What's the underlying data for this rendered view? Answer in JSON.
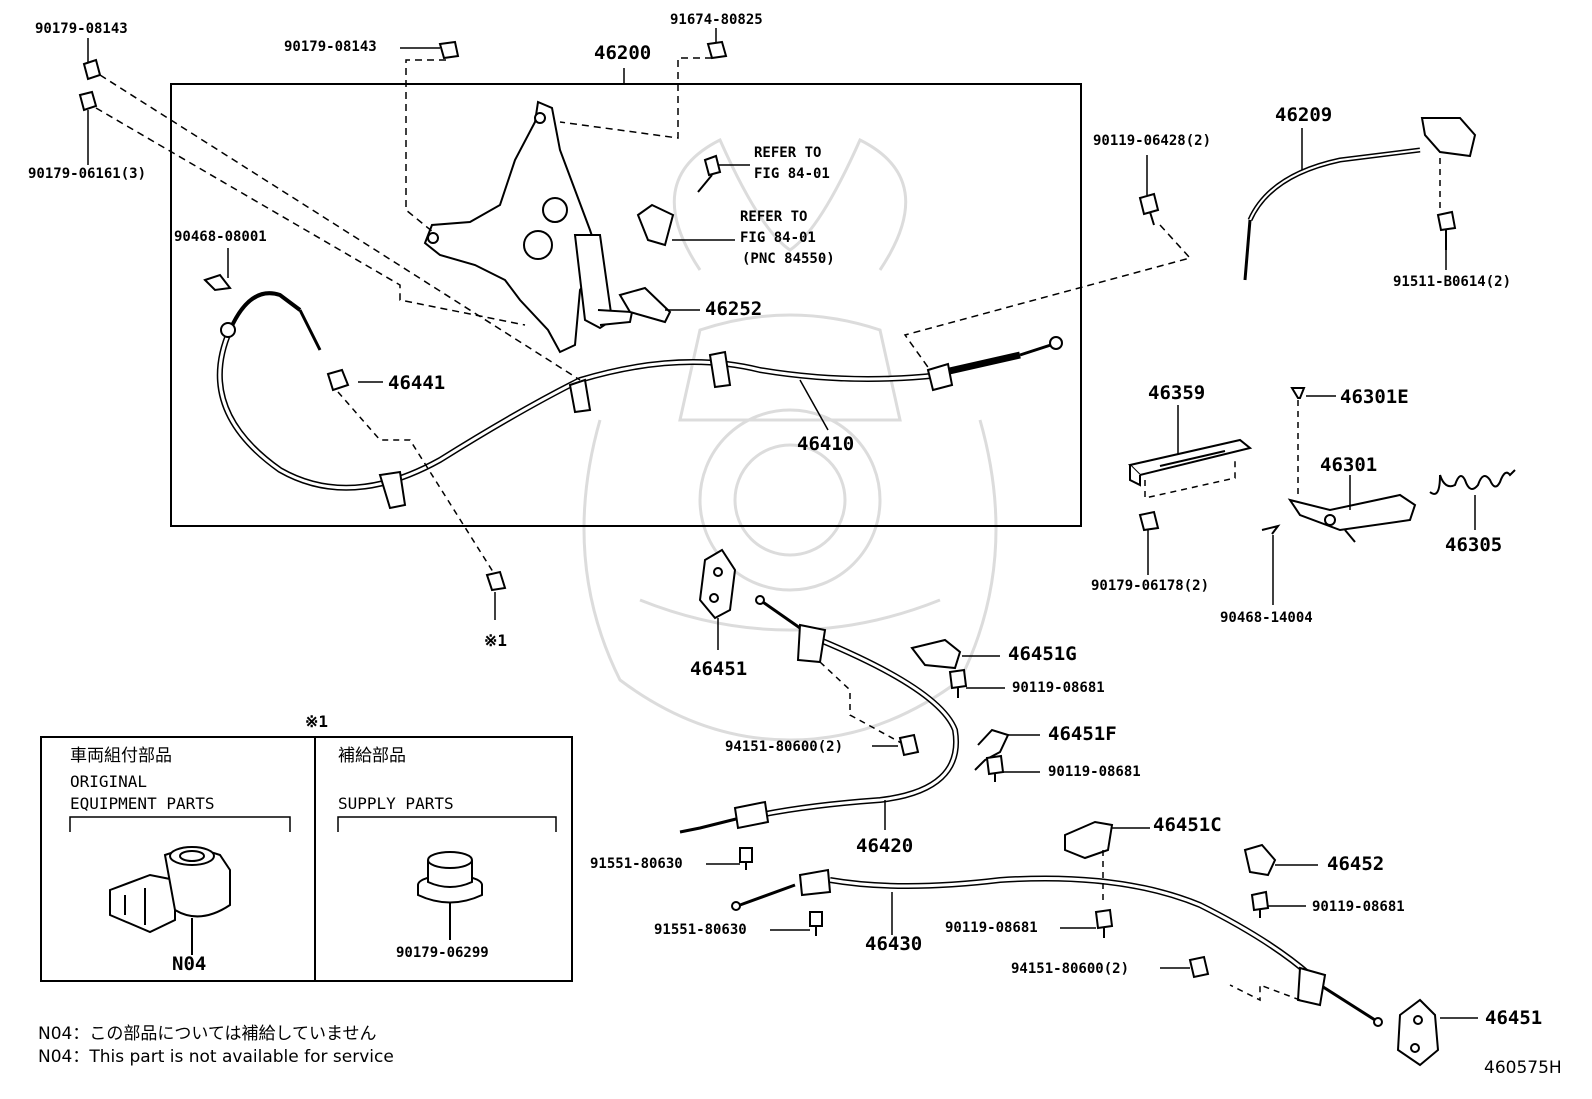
{
  "diagram_id": "460575H",
  "parts": {
    "p46200": "46200",
    "p46209": "46209",
    "p46252": "46252",
    "p46441": "46441",
    "p46410": "46410",
    "p46359": "46359",
    "p46301E": "46301E",
    "p46301": "46301",
    "p46305": "46305",
    "p46451_a": "46451",
    "p46451G": "46451G",
    "p46451F": "46451F",
    "p46420": "46420",
    "p46451C": "46451C",
    "p46452": "46452",
    "p46430": "46430",
    "p46451_b": "46451",
    "n90179_08143_a": "90179-08143",
    "n90179_08143_b": "90179-08143",
    "n91674_80825": "91674-80825",
    "n90179_06161": "90179-06161(3)",
    "n90468_08001": "90468-08001",
    "n90119_06428": "90119-06428(2)",
    "n91511_B0614": "91511-B0614(2)",
    "n90179_06178": "90179-06178(2)",
    "n90468_14004": "90468-14004",
    "n90119_08681_a": "90119-08681",
    "n90119_08681_b": "90119-08681",
    "n90119_08681_c": "90119-08681",
    "n90119_08681_d": "90119-08681",
    "n94151_80600_a": "94151-80600(2)",
    "n94151_80600_b": "94151-80600(2)",
    "n91551_80630_a": "91551-80630",
    "n91551_80630_b": "91551-80630",
    "n90179_06299": "90179-06299"
  },
  "refs": {
    "refer1_line1": "REFER TO",
    "refer1_line2": "FIG 84-01",
    "refer2_line1": "REFER TO",
    "refer2_line2": "FIG 84-01",
    "refer2_line3": "(PNC 84550)"
  },
  "marks": {
    "star1_a": "※1",
    "star1_b": "※1"
  },
  "legend": {
    "left_jp": "車両組付部品",
    "left_en1": "ORIGINAL",
    "left_en2": "EQUIPMENT PARTS",
    "left_code": "N04",
    "right_jp": "補給部品",
    "right_en": "SUPPLY PARTS"
  },
  "footnotes": {
    "jp": "N04：この部品については補給していません",
    "en": "N04：This part is not available for service"
  }
}
